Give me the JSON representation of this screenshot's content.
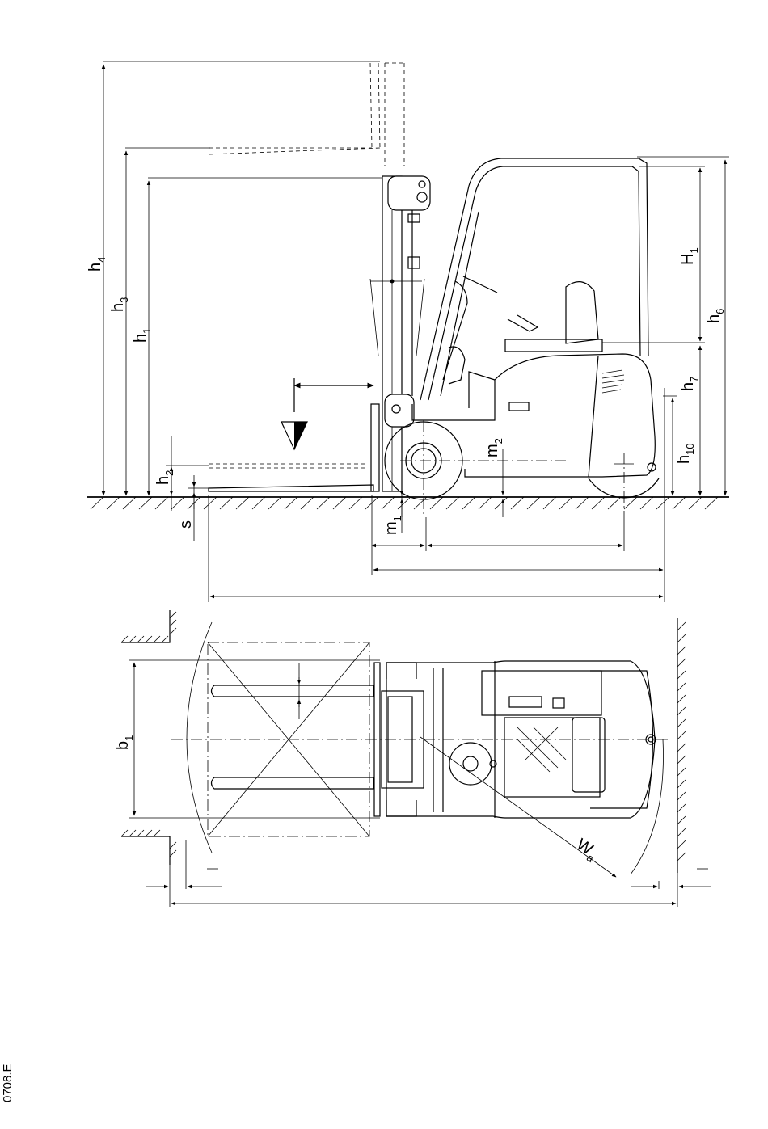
{
  "labels": {
    "h4": {
      "base": "h",
      "sub": "4"
    },
    "h3": {
      "base": "h",
      "sub": "3"
    },
    "h1": {
      "base": "h",
      "sub": "1"
    },
    "h2": {
      "base": "h",
      "sub": "2"
    },
    "s": {
      "base": "s",
      "sub": ""
    },
    "m1": {
      "base": "m",
      "sub": "1"
    },
    "m2": {
      "base": "m",
      "sub": "2"
    },
    "H1": {
      "base": "H",
      "sub": "1"
    },
    "h6": {
      "base": "h",
      "sub": "6"
    },
    "h7": {
      "base": "h",
      "sub": "7"
    },
    "h10": {
      "base": "h",
      "sub": "10"
    },
    "b1": {
      "base": "b",
      "sub": "1"
    },
    "Wa": {
      "base": "W",
      "sub": "a"
    }
  },
  "drawing_code": "0708.E"
}
